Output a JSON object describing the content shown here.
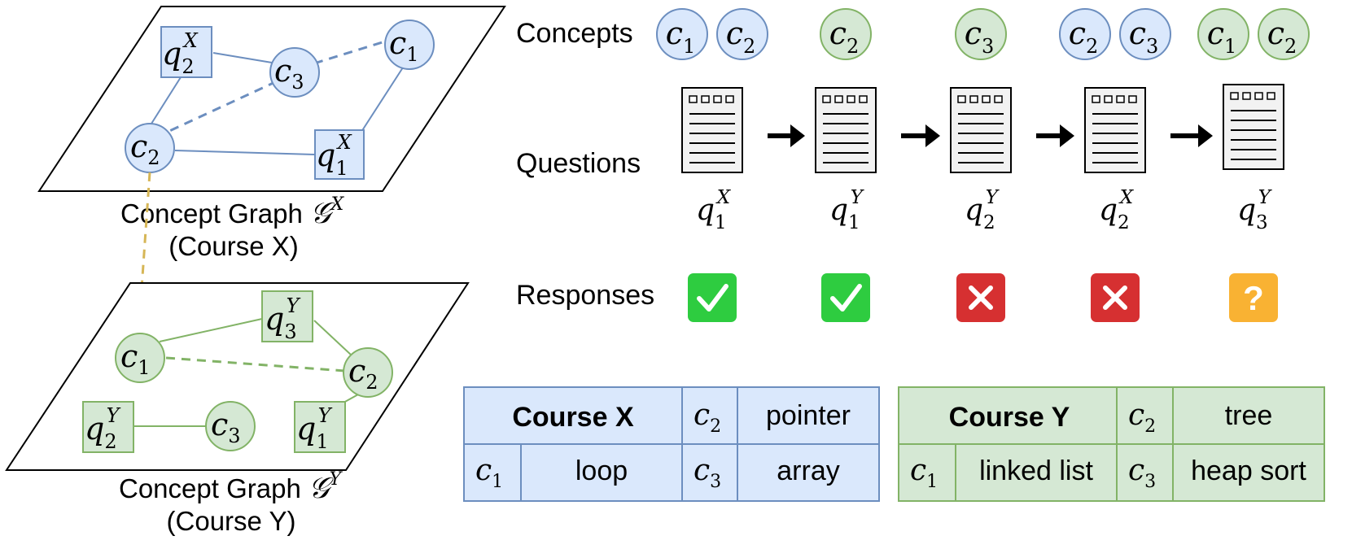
{
  "graphs": {
    "x": {
      "label": "Concept Graph",
      "symbol": "𝒢",
      "symbol_sup": "X",
      "course": "(Course X)"
    },
    "y": {
      "label": "Concept Graph",
      "symbol": "𝒢",
      "symbol_sup": "Y",
      "course": "(Course Y)"
    }
  },
  "node_labels": {
    "x_q2": {
      "base": "q",
      "sub": "2",
      "sup": "X"
    },
    "x_c3": {
      "base": "c",
      "sub": "3"
    },
    "x_c1": {
      "base": "c",
      "sub": "1"
    },
    "x_c2": {
      "base": "c",
      "sub": "2"
    },
    "x_q1": {
      "base": "q",
      "sub": "1",
      "sup": "X"
    },
    "y_q3": {
      "base": "q",
      "sub": "3",
      "sup": "Y"
    },
    "y_c1": {
      "base": "c",
      "sub": "1"
    },
    "y_c2": {
      "base": "c",
      "sub": "2"
    },
    "y_q2": {
      "base": "q",
      "sub": "2",
      "sup": "Y"
    },
    "y_c3": {
      "base": "c",
      "sub": "3"
    },
    "y_q1": {
      "base": "q",
      "sub": "1",
      "sup": "Y"
    }
  },
  "row_labels": {
    "concepts": "Concepts",
    "questions": "Questions",
    "responses": "Responses"
  },
  "sequence": [
    {
      "concepts": [
        {
          "base": "c",
          "sub": "1"
        },
        {
          "base": "c",
          "sub": "2"
        }
      ],
      "course": "X",
      "question": {
        "base": "q",
        "sub": "1",
        "sup": "X"
      },
      "response": "correct"
    },
    {
      "concepts": [
        {
          "base": "c",
          "sub": "2"
        }
      ],
      "course": "Y",
      "question": {
        "base": "q",
        "sub": "1",
        "sup": "Y"
      },
      "response": "correct"
    },
    {
      "concepts": [
        {
          "base": "c",
          "sub": "3"
        }
      ],
      "course": "Y",
      "question": {
        "base": "q",
        "sub": "2",
        "sup": "Y"
      },
      "response": "incorrect"
    },
    {
      "concepts": [
        {
          "base": "c",
          "sub": "2"
        },
        {
          "base": "c",
          "sub": "3"
        }
      ],
      "course": "X",
      "question": {
        "base": "q",
        "sub": "2",
        "sup": "X"
      },
      "response": "incorrect"
    },
    {
      "concepts": [
        {
          "base": "c",
          "sub": "1"
        },
        {
          "base": "c",
          "sub": "2"
        }
      ],
      "course": "Y",
      "question": {
        "base": "q",
        "sub": "3",
        "sup": "Y"
      },
      "response": "unknown"
    }
  ],
  "response_glyphs": {
    "unknown": "?"
  },
  "tables": {
    "x": {
      "title": "Course X",
      "c1_sym": {
        "base": "c",
        "sub": "1"
      },
      "c1": "loop",
      "c2_sym": {
        "base": "c",
        "sub": "2"
      },
      "c2": "pointer",
      "c3_sym": {
        "base": "c",
        "sub": "3"
      },
      "c3": "array"
    },
    "y": {
      "title": "Course Y",
      "c1_sym": {
        "base": "c",
        "sub": "1"
      },
      "c1": "linked list",
      "c2_sym": {
        "base": "c",
        "sub": "2"
      },
      "c2": "tree",
      "c3_sym": {
        "base": "c",
        "sub": "3"
      },
      "c3": "heap sort"
    }
  },
  "colors": {
    "blue_fill": "#dae8fc",
    "blue_stroke": "#6c8ebf",
    "green_fill": "#d5e8d4",
    "green_stroke": "#82b366",
    "orange_dash": "#d6b656",
    "correct": "#2ecc40",
    "incorrect": "#d63031",
    "unknown": "#f9b233"
  },
  "icons": {
    "question_sheet": "question-sheet-icon",
    "arrow": "right-arrow-icon",
    "correct": "check-icon",
    "incorrect": "cross-icon",
    "unknown": "question-mark-icon"
  }
}
